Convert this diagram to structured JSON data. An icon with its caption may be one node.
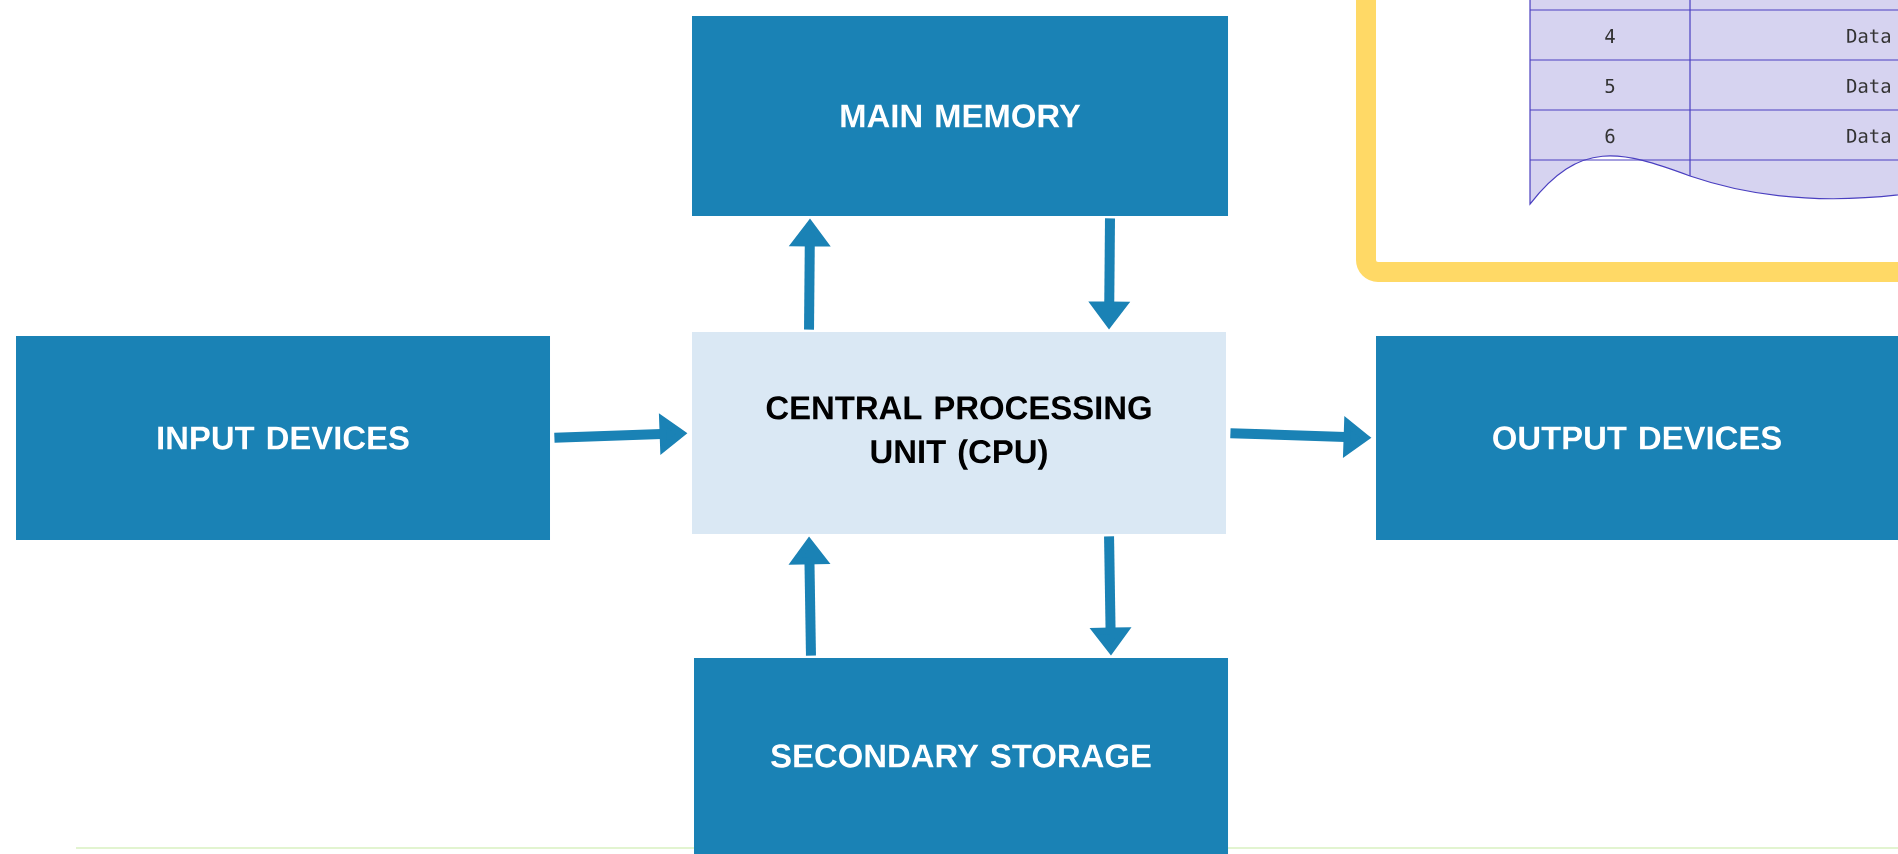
{
  "diagram": {
    "nodes": [
      {
        "text": [
          "MAIN MEMORY"
        ]
      },
      {
        "text": [
          "INPUT DEVICES"
        ]
      },
      {
        "text": [
          "CENTRAL PROCESSING UNIT (CPU)"
        ]
      },
      {
        "text": [
          "OUTPUT DEVICES"
        ]
      },
      {
        "text": [
          "SECONDARY STORAGE"
        ]
      }
    ],
    "edges": [
      {
        "from": 2,
        "to": 0,
        "arrow": "to"
      },
      {
        "from": 0,
        "to": 2,
        "arrow": "to"
      },
      {
        "from": 1,
        "to": 2,
        "arrow": "to"
      },
      {
        "from": 2,
        "to": 3,
        "arrow": "to"
      },
      {
        "from": 4,
        "to": 2,
        "arrow": "to"
      },
      {
        "from": 2,
        "to": 4,
        "arrow": "to"
      }
    ],
    "labels": [
      "4",
      "Data",
      "5",
      "Data",
      "6",
      "Data"
    ]
  }
}
